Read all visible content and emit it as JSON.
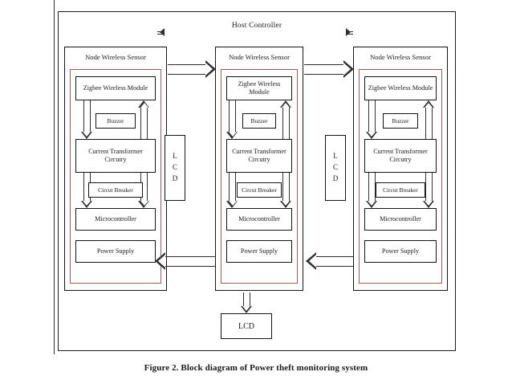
{
  "figure": {
    "caption": "Figure 2. Block diagram of Power theft monitoring system"
  },
  "host": {
    "title": "Host Controller"
  },
  "node_title": "Node Wireless Sensor",
  "blocks": {
    "zigbee": "Zigbee Wireless Module",
    "buzzer": "Buzzer",
    "ct": "Current Transformer Circutry",
    "ct_line1": "Current Transformer",
    "ct_line2": "Circutry",
    "breaker": "Circut Breaker",
    "micro": "Microcontroller",
    "power": "Power Supply"
  },
  "nodes": [
    {
      "id": "node-1",
      "title": "Node Wireless Sensor",
      "blocks": {
        "zigbee": "Zigbee Wireless Module",
        "buzzer": "Buzzer",
        "ct_line1": "Current Transformer",
        "ct_line2": "Circutry",
        "breaker": "Circut Breaker",
        "micro": "Microcontroller",
        "power": "Power Supply"
      }
    },
    {
      "id": "node-2",
      "title": "Node Wireless Sensor",
      "blocks": {
        "zigbee": "Zigbee Wireless Module",
        "buzzer": "Buzzer",
        "ct_line1": "Current Transformer",
        "ct_line2": "Circutry",
        "breaker": "Circut Breaker",
        "micro": "Microcontroller",
        "power": "Power Supply"
      }
    },
    {
      "id": "node-3",
      "title": "Node Wireless Sensor",
      "blocks": {
        "zigbee": "Zigbee Wireless Module",
        "buzzer": "Buzzer",
        "ct_line1": "Current Transformer",
        "ct_line2": "Circutry",
        "breaker": "Circut Breaker",
        "micro": "Microcontroller",
        "power": "Power Supply"
      }
    }
  ],
  "lcd_side": {
    "letters": [
      "L",
      "C",
      "D"
    ],
    "l": "L",
    "c": "C",
    "d": "D"
  },
  "lcd_bottom": {
    "label": "LCD"
  },
  "colors": {
    "outline": "#131313",
    "inner_frame": "#a05a52",
    "arrow": "#2f2f2f",
    "background": "#ffffff"
  }
}
